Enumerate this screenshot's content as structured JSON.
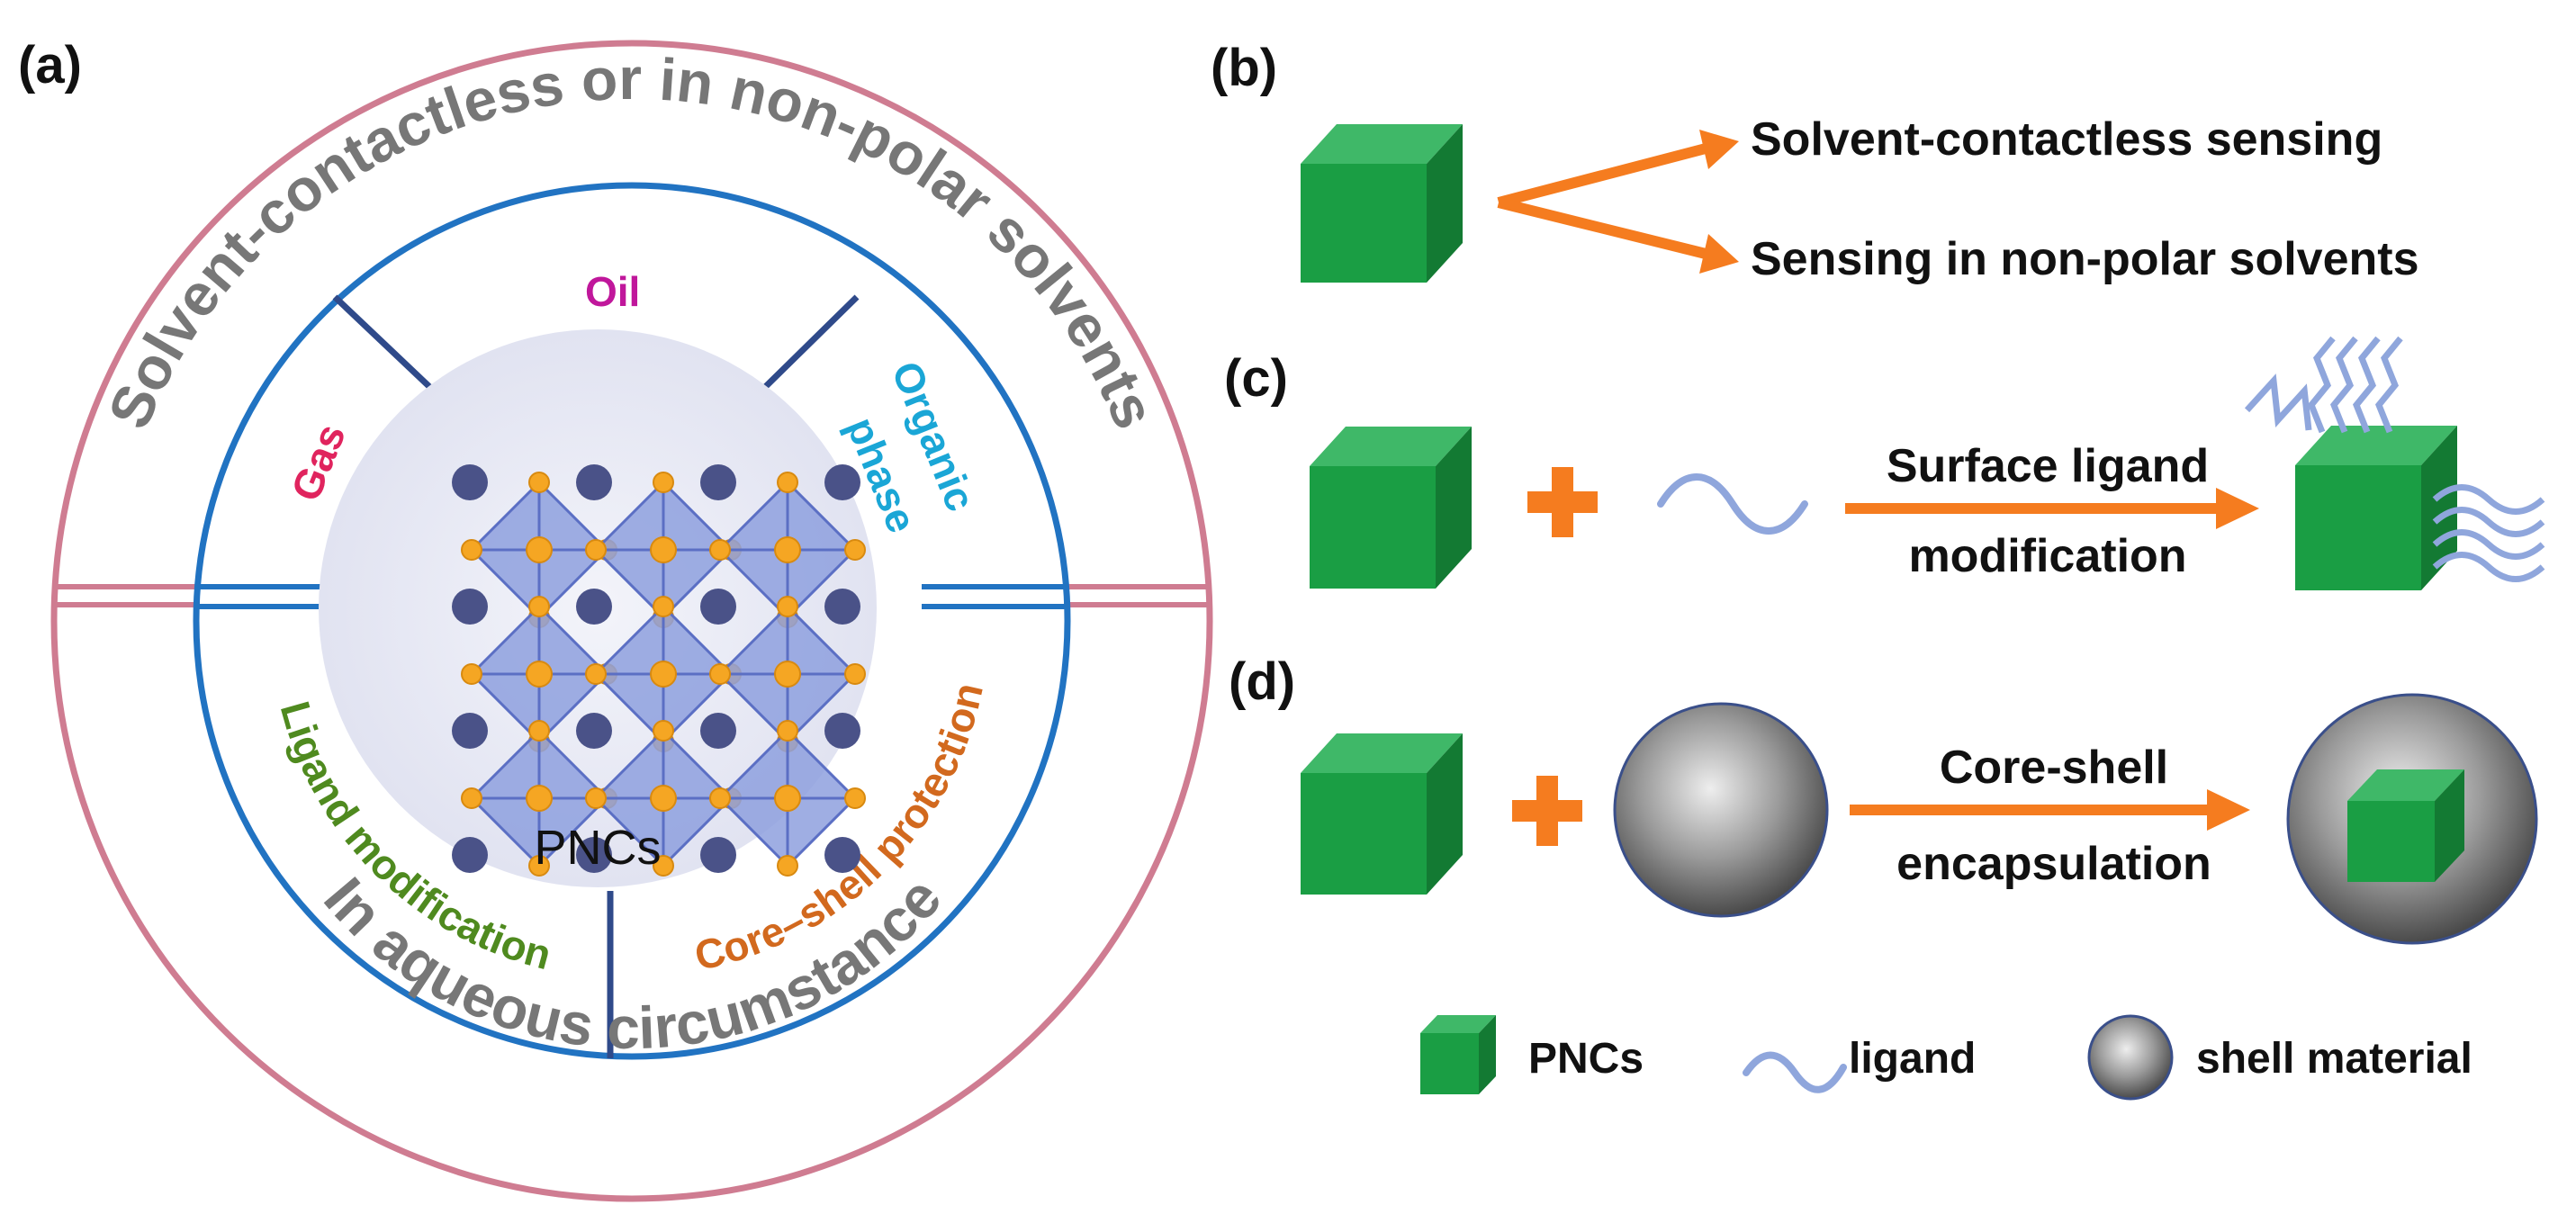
{
  "panels": {
    "a": {
      "label": "(a)",
      "upper_arc_text": "Solvent-contactless or in non-polar solvents",
      "lower_arc_text": "In aqueous circumstance",
      "segments": {
        "oil": "Oil",
        "gas": "Gas",
        "organic_line1": "Organic",
        "organic_line2": "phase",
        "ligand": "Ligand modification",
        "coreshell": "Core–shell protection"
      },
      "center_label": "PNCs"
    },
    "b": {
      "label": "(b)",
      "arrow_top": "Solvent-contactless sensing",
      "arrow_bottom": "Sensing in non-polar solvents"
    },
    "c": {
      "label": "(c)",
      "arrow_line1": "Surface ligand",
      "arrow_line2": "modification"
    },
    "d": {
      "label": "(d)",
      "arrow_line1": "Core-shell",
      "arrow_line2": "encapsulation"
    }
  },
  "legend": {
    "pncs": "PNCs",
    "ligand": "ligand",
    "shell": "shell material"
  },
  "colors": {
    "cube_front": "#1a9e44",
    "cube_top": "#3fb868",
    "cube_side": "#137a33",
    "arrow": "#f57c1f",
    "outer_ring": "#cf7c91",
    "inner_ring": "#2173c2",
    "ligand": "#8fa6dc",
    "oil": "#c0179b",
    "gas": "#e0245e",
    "organic": "#1aa6d6",
    "ligand_mod": "#4f8a1f",
    "coreshell": "#d2691e"
  }
}
